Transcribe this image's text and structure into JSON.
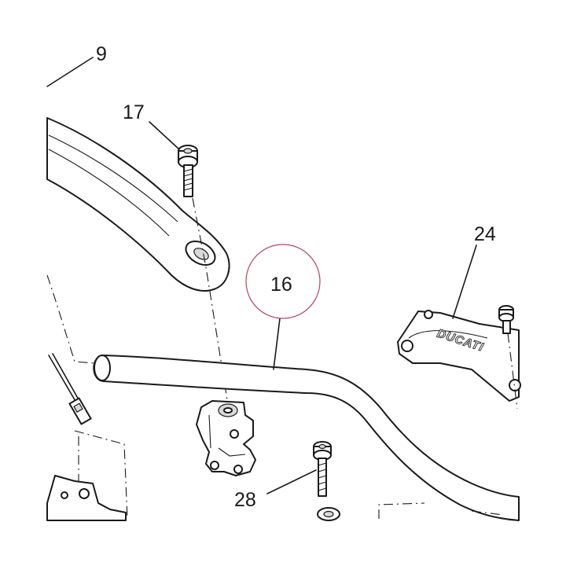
{
  "diagram": {
    "callouts": {
      "c9": "9",
      "c16": "16",
      "c17": "17",
      "c24": "24",
      "c28": "28"
    },
    "logo_text": "DUCATI",
    "highlight_color": "#b5465c",
    "line_color": "#1a1a1a"
  }
}
